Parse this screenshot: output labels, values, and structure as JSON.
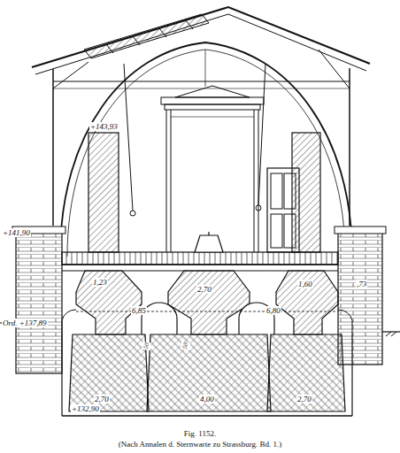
{
  "diagram": {
    "caption": "Fig. 1152.",
    "labels": [
      "+143,93",
      "+141,90",
      "Ord. +137,89",
      "1,23",
      "2,70",
      "1,60",
      "6,85",
      "6,80",
      ",73",
      "50",
      "50",
      "2,70",
      "4,00",
      "2,70",
      "+132,90",
      "(Nach Annalen d. Sternwarte zu Strassburg. Bd. 1.)"
    ]
  }
}
